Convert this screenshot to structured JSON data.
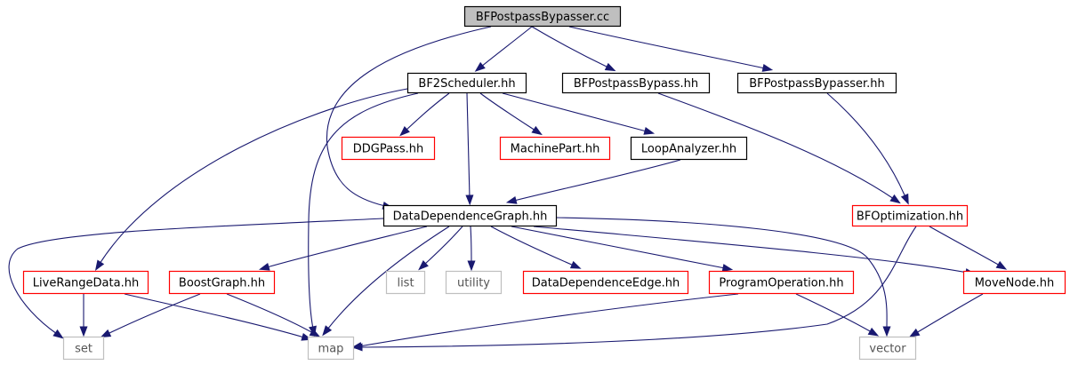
{
  "colors": {
    "edge": "#191970",
    "root_fill": "#bfbfbf",
    "black_border": "#000000",
    "red_border": "#ff0000",
    "gray_border": "#bfbfbf"
  },
  "nodes": [
    {
      "id": "bfpostpassbypasser-cc",
      "label": "BFPostpassBypasser.cc",
      "style": "root"
    },
    {
      "id": "bf2scheduler-hh",
      "label": "BF2Scheduler.hh",
      "style": "black"
    },
    {
      "id": "bfpostpassbypass-hh",
      "label": "BFPostpassBypass.hh",
      "style": "black"
    },
    {
      "id": "bfpostpassbypasser-hh",
      "label": "BFPostpassBypasser.hh",
      "style": "black"
    },
    {
      "id": "ddgpass-hh",
      "label": "DDGPass.hh",
      "style": "red"
    },
    {
      "id": "machinepart-hh",
      "label": "MachinePart.hh",
      "style": "red"
    },
    {
      "id": "loopanalyzer-hh",
      "label": "LoopAnalyzer.hh",
      "style": "black"
    },
    {
      "id": "datadependencegraph-hh",
      "label": "DataDependenceGraph.hh",
      "style": "black"
    },
    {
      "id": "bfoptimization-hh",
      "label": "BFOptimization.hh",
      "style": "red"
    },
    {
      "id": "liverangedata-hh",
      "label": "LiveRangeData.hh",
      "style": "red"
    },
    {
      "id": "boostgraph-hh",
      "label": "BoostGraph.hh",
      "style": "red"
    },
    {
      "id": "list",
      "label": "list",
      "style": "gray"
    },
    {
      "id": "utility",
      "label": "utility",
      "style": "gray"
    },
    {
      "id": "datadependenceedge-hh",
      "label": "DataDependenceEdge.hh",
      "style": "red"
    },
    {
      "id": "programoperation-hh",
      "label": "ProgramOperation.hh",
      "style": "red"
    },
    {
      "id": "movenode-hh",
      "label": "MoveNode.hh",
      "style": "red"
    },
    {
      "id": "set",
      "label": "set",
      "style": "gray"
    },
    {
      "id": "map",
      "label": "map",
      "style": "gray"
    },
    {
      "id": "vector",
      "label": "vector",
      "style": "gray"
    }
  ],
  "edges": [
    {
      "from": "bfpostpassbypasser-cc",
      "to": "bf2scheduler-hh"
    },
    {
      "from": "bfpostpassbypasser-cc",
      "to": "bfpostpassbypass-hh"
    },
    {
      "from": "bfpostpassbypasser-cc",
      "to": "bfpostpassbypasser-hh"
    },
    {
      "from": "bfpostpassbypasser-cc",
      "to": "datadependencegraph-hh"
    },
    {
      "from": "bf2scheduler-hh",
      "to": "ddgpass-hh"
    },
    {
      "from": "bf2scheduler-hh",
      "to": "machinepart-hh"
    },
    {
      "from": "bf2scheduler-hh",
      "to": "loopanalyzer-hh"
    },
    {
      "from": "bf2scheduler-hh",
      "to": "datadependencegraph-hh"
    },
    {
      "from": "bf2scheduler-hh",
      "to": "liverangedata-hh"
    },
    {
      "from": "bf2scheduler-hh",
      "to": "map"
    },
    {
      "from": "bfpostpassbypass-hh",
      "to": "bfoptimization-hh"
    },
    {
      "from": "bfpostpassbypasser-hh",
      "to": "bfoptimization-hh"
    },
    {
      "from": "loopanalyzer-hh",
      "to": "datadependencegraph-hh"
    },
    {
      "from": "datadependencegraph-hh",
      "to": "set"
    },
    {
      "from": "datadependencegraph-hh",
      "to": "boostgraph-hh"
    },
    {
      "from": "datadependencegraph-hh",
      "to": "map"
    },
    {
      "from": "datadependencegraph-hh",
      "to": "list"
    },
    {
      "from": "datadependencegraph-hh",
      "to": "utility"
    },
    {
      "from": "datadependencegraph-hh",
      "to": "datadependenceedge-hh"
    },
    {
      "from": "datadependencegraph-hh",
      "to": "programoperation-hh"
    },
    {
      "from": "datadependencegraph-hh",
      "to": "movenode-hh"
    },
    {
      "from": "datadependencegraph-hh",
      "to": "vector"
    },
    {
      "from": "bfoptimization-hh",
      "to": "movenode-hh"
    },
    {
      "from": "bfoptimization-hh",
      "to": "map"
    },
    {
      "from": "liverangedata-hh",
      "to": "set"
    },
    {
      "from": "liverangedata-hh",
      "to": "map"
    },
    {
      "from": "boostgraph-hh",
      "to": "set"
    },
    {
      "from": "boostgraph-hh",
      "to": "map"
    },
    {
      "from": "programoperation-hh",
      "to": "map"
    },
    {
      "from": "programoperation-hh",
      "to": "vector"
    },
    {
      "from": "movenode-hh",
      "to": "vector"
    }
  ]
}
